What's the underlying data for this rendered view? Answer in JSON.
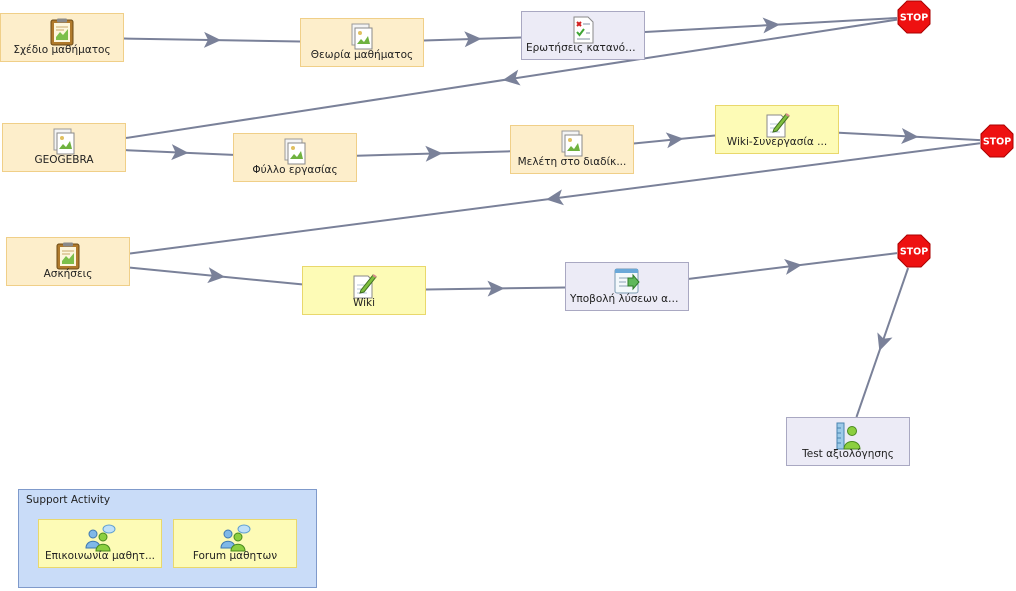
{
  "colors": {
    "edge": "#7a8199",
    "document_fill": "#fdeecb",
    "document_border": "#f0cf88",
    "note_fill": "#fdfbb6",
    "note_border": "#e9d86c",
    "tool_fill": "#ecebf6",
    "tool_border": "#a9a8c2",
    "support_fill": "#c9dcf8",
    "stop_red": "#ee1111"
  },
  "stop_label": "STOP",
  "nodes": [
    {
      "id": "n1",
      "label": "Σχέδιο μαθήματος",
      "kind": "document",
      "icon": "clipboard-icon"
    },
    {
      "id": "n2",
      "label": "Θεωρία μαθήματος",
      "kind": "document",
      "icon": "image-file-icon"
    },
    {
      "id": "n3",
      "label": "Ερωτήσεις κατανόη...",
      "kind": "tool",
      "icon": "quiz-icon"
    },
    {
      "id": "n4",
      "label": "GEOGEBRA",
      "kind": "document",
      "icon": "image-file-icon"
    },
    {
      "id": "n5",
      "label": "Φύλλο εργασίας",
      "kind": "document",
      "icon": "image-file-icon"
    },
    {
      "id": "n6",
      "label": "Μελέτη στο διαδίκ...",
      "kind": "document",
      "icon": "image-file-icon"
    },
    {
      "id": "n7",
      "label": "Wiki-Συνεργασία ...",
      "kind": "note",
      "icon": "wiki-edit-icon"
    },
    {
      "id": "n8",
      "label": "Ασκήσεις",
      "kind": "document",
      "icon": "clipboard-icon"
    },
    {
      "id": "n9",
      "label": "Wiki",
      "kind": "note",
      "icon": "wiki-edit-icon"
    },
    {
      "id": "n10",
      "label": "Υποβολή λύσεων ασ...",
      "kind": "tool",
      "icon": "submit-icon"
    },
    {
      "id": "n11",
      "label": "Test αξιολόγησης",
      "kind": "tool",
      "icon": "assessment-icon"
    }
  ],
  "stops": [
    {
      "id": "s1",
      "label": "STOP"
    },
    {
      "id": "s2",
      "label": "STOP"
    },
    {
      "id": "s3",
      "label": "STOP"
    }
  ],
  "edges": [
    [
      "n1",
      "n2"
    ],
    [
      "n2",
      "n3"
    ],
    [
      "n3",
      "s1"
    ],
    [
      "s1",
      "n4"
    ],
    [
      "n4",
      "n5"
    ],
    [
      "n5",
      "n6"
    ],
    [
      "n6",
      "n7"
    ],
    [
      "n7",
      "s2"
    ],
    [
      "s2",
      "n8"
    ],
    [
      "n8",
      "n9"
    ],
    [
      "n9",
      "n10"
    ],
    [
      "n10",
      "s3"
    ],
    [
      "s3",
      "n11"
    ]
  ],
  "support": {
    "title": "Support Activity",
    "items": [
      {
        "id": "p1",
        "label": "Επικοινωνία μαθητ...",
        "kind": "note",
        "icon": "people-icon"
      },
      {
        "id": "p2",
        "label": "Forum μαθητων",
        "kind": "note",
        "icon": "people-icon"
      }
    ]
  }
}
